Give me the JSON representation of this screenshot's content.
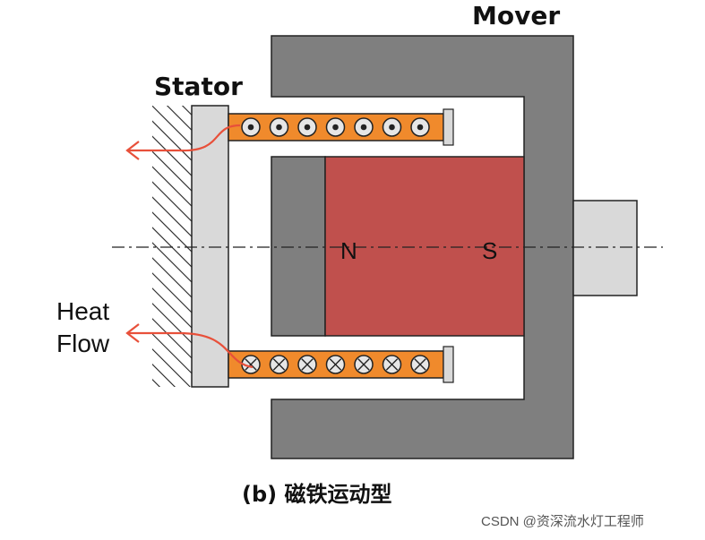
{
  "labels": {
    "mover": "Mover",
    "stator": "Stator",
    "heat_line1": "Heat",
    "heat_line2": "Flow",
    "pole_n": "N",
    "pole_s": "S",
    "caption": "(b) 磁铁运动型",
    "watermark": "CSDN @资深流水灯工程师"
  },
  "colors": {
    "mover_gray": "#7f7f7f",
    "stator_gray": "#d9d9d9",
    "magnet_red": "#c0504d",
    "coil_orange": "#f08a2c",
    "heat_arrow": "#e8503a"
  },
  "coil_top_symbols": [
    "dot",
    "dot",
    "dot",
    "dot",
    "dot",
    "dot",
    "dot"
  ],
  "coil_bottom_symbols": [
    "cross",
    "cross",
    "cross",
    "cross",
    "cross",
    "cross",
    "cross"
  ]
}
